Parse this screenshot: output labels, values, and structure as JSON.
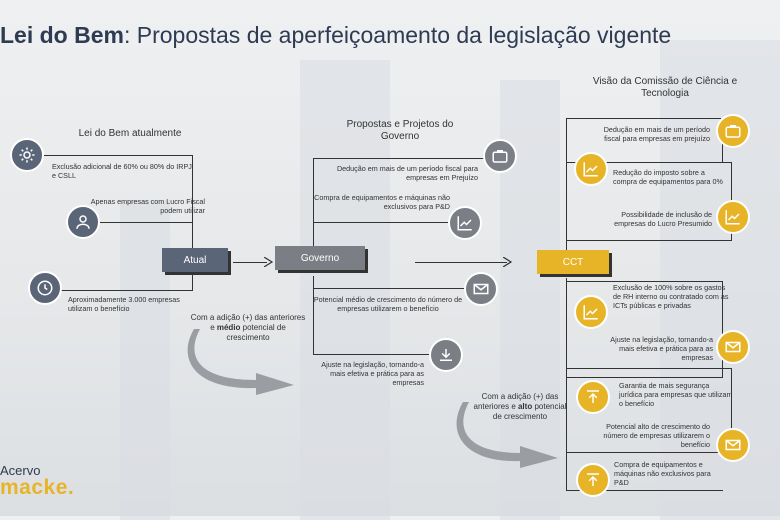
{
  "title": {
    "bold": "Lei do Bem",
    "rest": ": Propostas de aperfeiçoamento da legislação vigente"
  },
  "columns": {
    "atual": {
      "header": "Lei do Bem atualmente",
      "items": [
        "Exclusão adicional de 60% ou 80% do IRPJ e CSLL",
        "Apenas empresas com Lucro Fiscal podem utilizar",
        "Aproximadamente 3.000 empresas utilizam o benefício"
      ],
      "box_label": "Atual"
    },
    "governo": {
      "header_line1": "Propostas e Projetos do",
      "header_line2": "Governo",
      "items": [
        "Dedução em mais de um período fiscal para empresas em Prejuízo",
        "Compra de equipamentos e máquinas não exclusivos para P&D",
        "Potencial médio de crescimento do número de empresas utilizarem o benefício",
        "Ajuste na legislação, tornando-a mais efetiva e prática para as empresas"
      ],
      "box_label": "Governo",
      "note": {
        "pre": "Com a adição (+) das anteriores e ",
        "bold": "médio",
        "post": " potencial de crescimento"
      }
    },
    "cct": {
      "header_line1": "Visão da Comissão de Ciência e",
      "header_line2": "Tecnologia",
      "items": [
        "Dedução em mais de um período fiscal para empresas em prejuízo",
        "Redução do imposto sobre a compra de equipamentos para 0%",
        "Possibilidade de inclusão de empresas do Lucro Presumido",
        "Exclusão de 100% sobre os gastos de RH interno ou contratado com as ICTs públicas e privadas",
        "Ajuste na legislação, tornando-a mais efetiva e prática para as empresas",
        "Garantia de mais segurança jurídica para empresas que utilizam o benefício",
        "Potencial alto de crescimento do número de empresas utilizarem o benefício",
        "Compra de equipamentos e máquinas não exclusivos para P&D"
      ],
      "box_label": "CCT",
      "note": {
        "pre": "Com a adição (+) das anteriores e ",
        "bold": "alto",
        "post": " potencial de crescimento"
      }
    }
  },
  "logo": {
    "line1": "Acervo",
    "line2": "macke."
  },
  "colors": {
    "slate": "#5a6577",
    "grey": "#7b7f85",
    "gold": "#e8b427",
    "navy": "#2e3b52"
  },
  "icons": [
    "gear-icon",
    "user-icon",
    "clock-icon",
    "briefcase-icon",
    "chart-icon",
    "mail-icon",
    "download-icon",
    "upload-icon"
  ]
}
